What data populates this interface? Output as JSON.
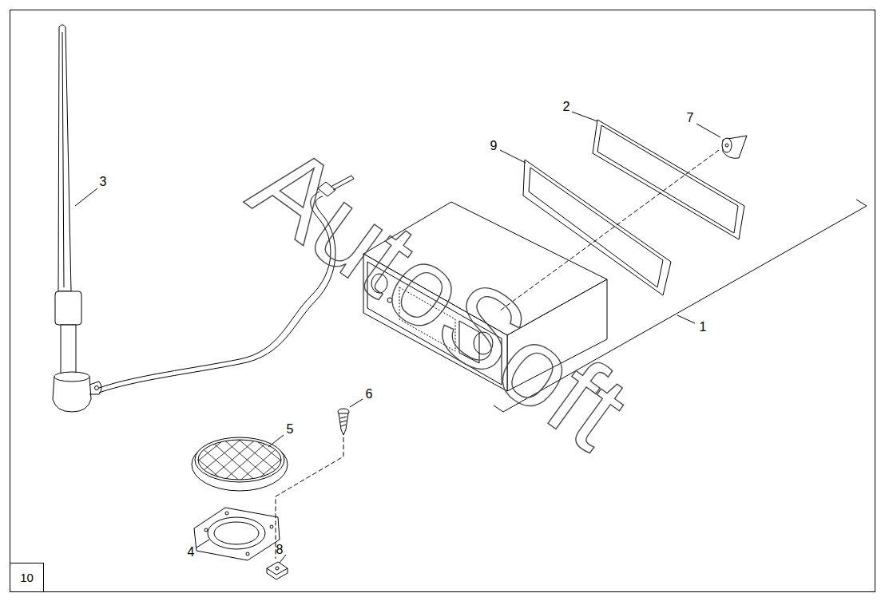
{
  "diagram": {
    "nodes": [
      {
        "text": [
          "10"
        ]
      }
    ],
    "labels": [
      "1",
      "2",
      "3",
      "4",
      "5",
      "6",
      "7",
      "8",
      "9",
      "AutoSoft"
    ]
  }
}
